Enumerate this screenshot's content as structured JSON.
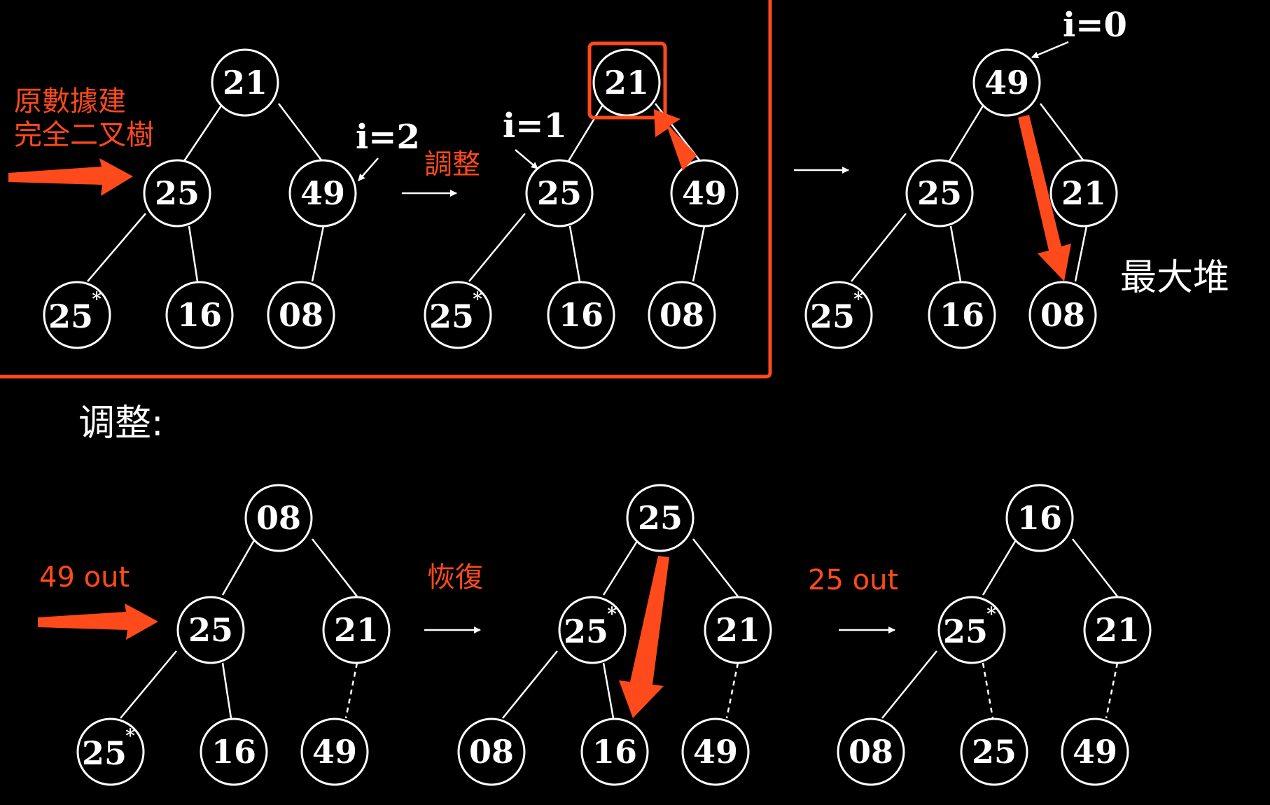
{
  "labels": {
    "build_line1": "原數據建",
    "build_line2": "完全二叉樹",
    "adjust_red": "調整",
    "max_heap": "最大堆",
    "adjust_title": "调整:",
    "out_49": "49 out",
    "restore": "恢復",
    "out_25": "25 out",
    "i2": "i=2",
    "i1": "i=1",
    "i0": "i=0"
  },
  "trees": {
    "t1": [
      "21",
      "25",
      "49",
      "25",
      "16",
      "08"
    ],
    "t2": [
      "21",
      "25",
      "49",
      "25",
      "16",
      "08"
    ],
    "t3": [
      "49",
      "25",
      "21",
      "25",
      "16",
      "08"
    ],
    "t4": [
      "08",
      "25",
      "21",
      "25",
      "16",
      "49"
    ],
    "t5": [
      "25",
      "25",
      "21",
      "08",
      "16",
      "49"
    ],
    "t6": [
      "16",
      "25",
      "21",
      "08",
      "25",
      "49"
    ]
  },
  "star_symbol": "*",
  "colors": {
    "accent": "#ff4a1c",
    "foreground": "#ffffff",
    "background": "#000000"
  }
}
